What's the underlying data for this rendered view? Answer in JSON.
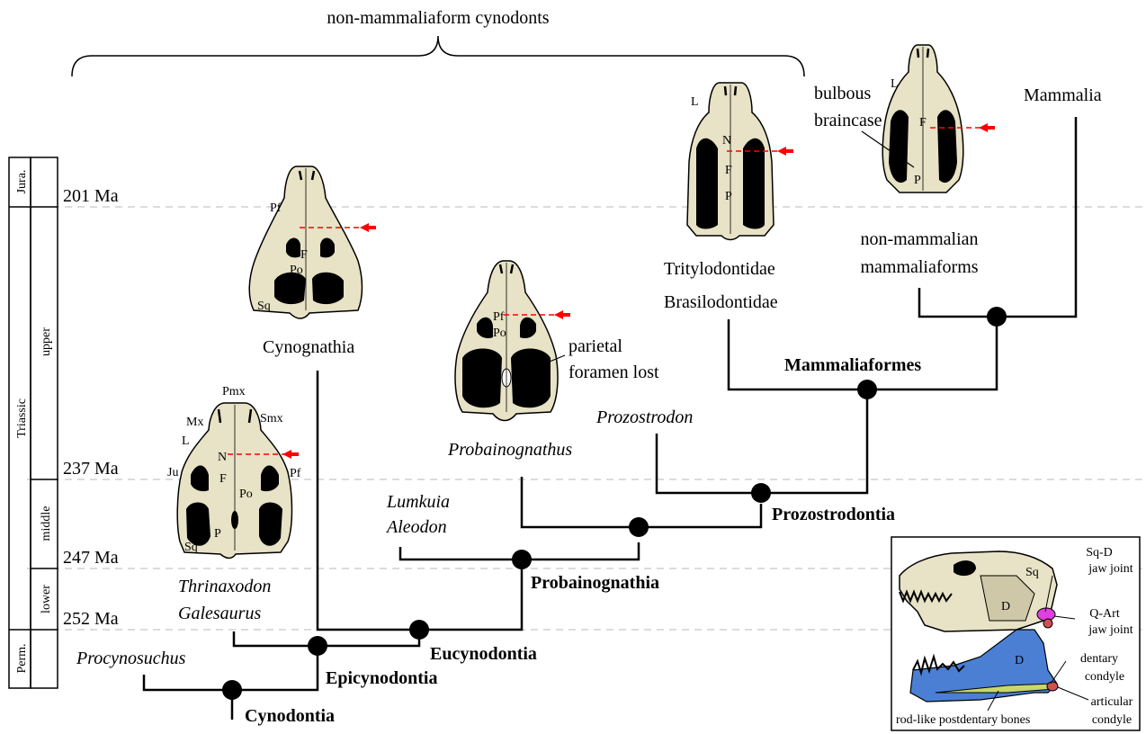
{
  "top_label": "non-mammaliaform cynodonts",
  "time_scale": {
    "periods": [
      "Jura.",
      "Triassic",
      "Perm."
    ],
    "epochs": [
      "upper",
      "middle",
      "lower"
    ],
    "ages": [
      "201 Ma",
      "237 Ma",
      "247 Ma",
      "252 Ma"
    ]
  },
  "taxa": {
    "procynosuchus": "Procynosuchus",
    "thrinaxodon": "Thrinaxodon",
    "galesaurus": "Galesaurus",
    "cynognathia": "Cynognathia",
    "lumkuia": "Lumkuia",
    "aleodon": "Aleodon",
    "probainognathus": "Probainognathus",
    "prozostrodon": "Prozostrodon",
    "tritylodontidae": "Tritylodontidae",
    "brasilodontidae": "Brasilodontidae",
    "nonmammalian_1": "non-mammalian",
    "nonmammalian_2": "mammaliaforms",
    "mammalia": "Mammalia"
  },
  "clades": {
    "cynodontia": "Cynodontia",
    "epicynodontia": "Epicynodontia",
    "eucynodontia": "Eucynodontia",
    "probainognathia": "Probainognathia",
    "prozostrodontia": "Prozostrodontia",
    "mammaliaformes": "Mammaliaformes"
  },
  "annotations": {
    "parietal_1": "parietal",
    "parietal_2": "foramen lost",
    "braincase_1": "bulbous",
    "braincase_2": "braincase"
  },
  "bones": {
    "pmx": "Pmx",
    "smx": "Smx",
    "mx": "Mx",
    "l": "L",
    "n": "N",
    "pf": "Pf",
    "ju": "Ju",
    "f": "F",
    "po": "Po",
    "p": "P",
    "sq": "Sq"
  },
  "inset": {
    "sqd_1": "Sq-D",
    "sqd_2": "jaw joint",
    "qart_1": "Q-Art",
    "qart_2": "jaw joint",
    "dent_1": "dentary",
    "dent_2": "condyle",
    "art_1": "articular",
    "art_2": "condyle",
    "rod": "rod-like postdentary bones",
    "d": "D",
    "sq": "Sq"
  },
  "colors": {
    "skull": "#e8e2c6",
    "arrow": "#ff0000",
    "dentary": "#4a7fd4",
    "postdentary": "#c8d86a",
    "joint": "#e040e0"
  }
}
